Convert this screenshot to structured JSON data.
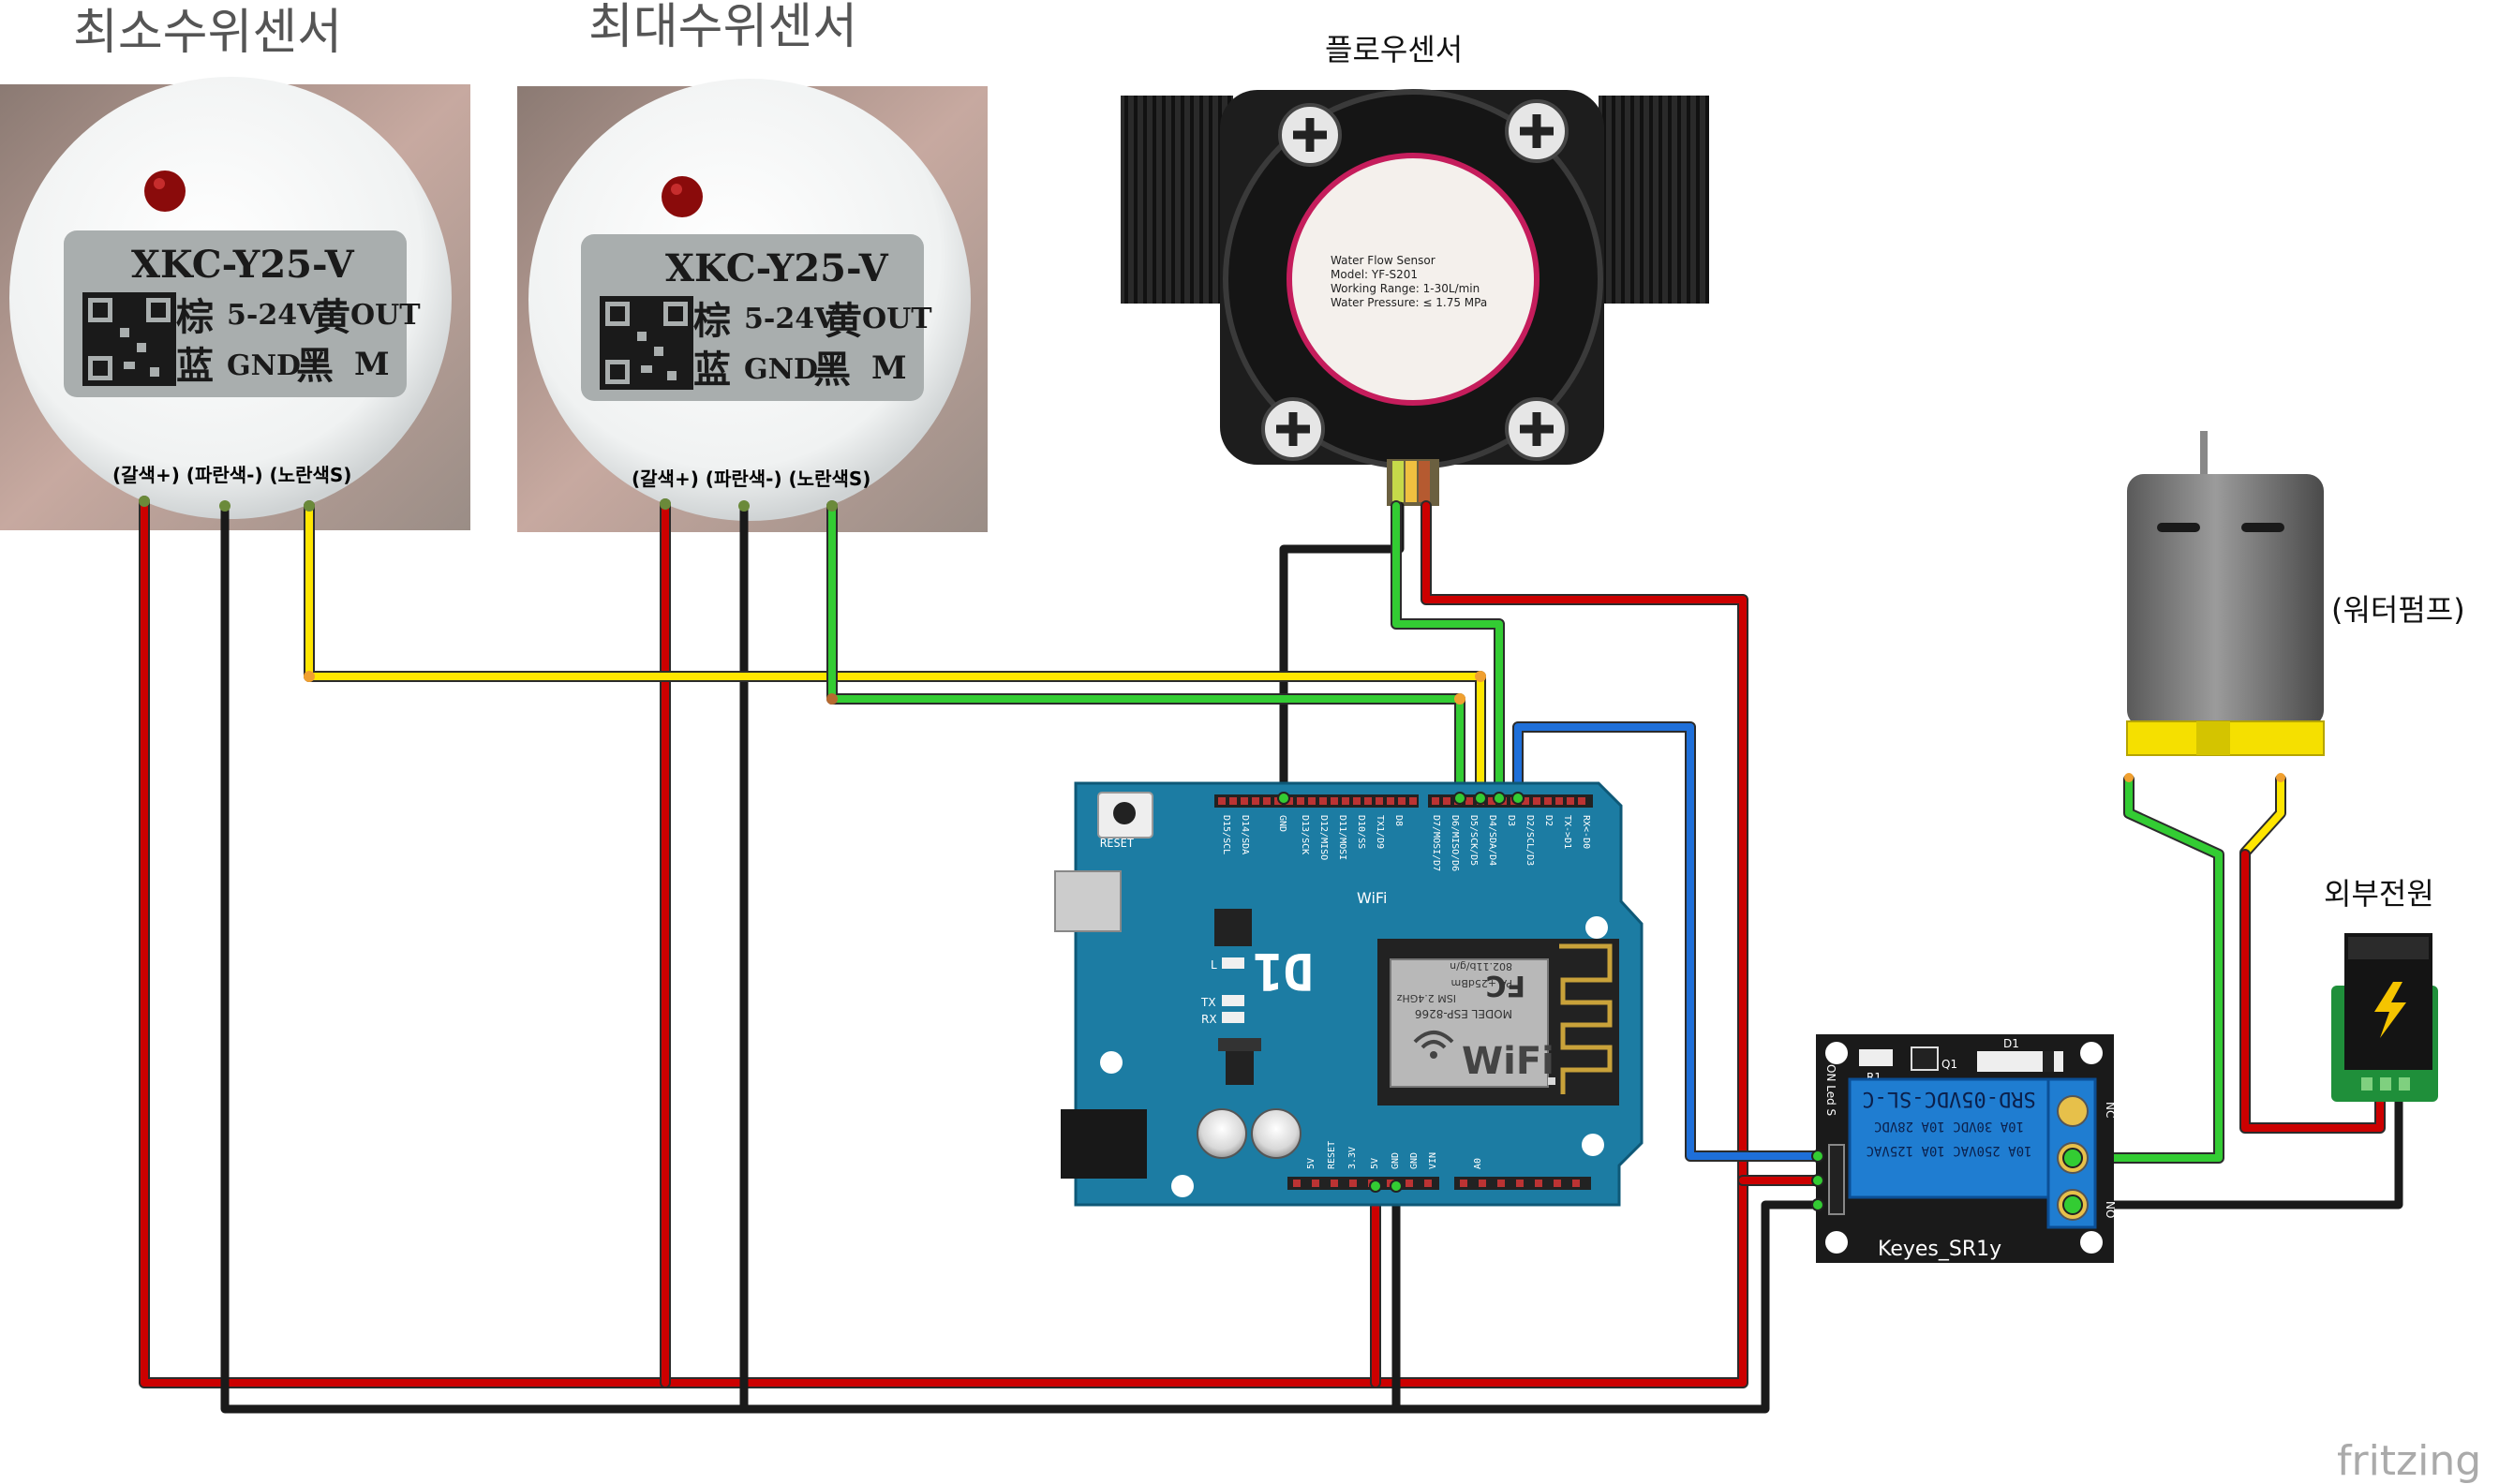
{
  "labels": {
    "min_sensor_title": "최소수위센서",
    "max_sensor_title": "최대수위센서",
    "flow_sensor_title": "플로우센서",
    "water_pump_label": "(워터펌프)",
    "external_power_label": "외부전원",
    "watermark": "fritzing"
  },
  "level_sensor": {
    "model": "XKC-Y25-V",
    "line1_cn": "棕",
    "line1_mid": "5-24V",
    "line1_cn2": "黄",
    "line1_end": "OUT",
    "line2_cn": "蓝",
    "line2_mid": "GND",
    "line2_cn2": "黑",
    "line2_end": "M",
    "pin_labels": "(갈색+) (파란색-) (노란색S)"
  },
  "flow_sensor": {
    "line1": "Water Flow Sensor",
    "line2": "Model: YF-S201",
    "line3": "Working Range: 1-30L/min",
    "line4": "Water Pressure: ≤ 1.75 MPa"
  },
  "board": {
    "name": "D1",
    "wifi": "WiFi",
    "reset": "RESET",
    "led_l": "L",
    "led_tx": "TX",
    "led_rx": "RX",
    "module_model": "MODEL ESP-8266",
    "module_ism": "ISM 2.4GHz",
    "module_pa": "PA +25dBm",
    "module_std": "802.11b/g/n",
    "module_wifi": "WiFi",
    "module_fc": "FC",
    "top_pins": [
      "D15/SCL",
      "D14/SDA",
      "",
      "GND",
      "D13/SCK",
      "D12/MISO",
      "D11/MOSI",
      "D10/SS",
      "TX1/D9",
      "D8",
      "",
      "D7/MOSI/D7",
      "D6/MISO/D6",
      "D5/SCK/D5",
      "D4/SDA/D4",
      "D3",
      "D2/SCL/D3",
      "D2",
      "TX->D1",
      "RX<-D0"
    ],
    "bottom_pins": [
      "5V",
      "RESET",
      "3.3V",
      "5V",
      "GND",
      "GND",
      "VIN",
      "",
      "A0"
    ]
  },
  "relay": {
    "name": "Keyes_SR1y",
    "coil_label": "SRD-05VDC-SL-C",
    "rating1": "10A 250VAC  10A 125VAC",
    "rating2": "10A 30VDC  10A 28VDC",
    "d1": "D1",
    "r1": "R1",
    "q1": "Q1",
    "side_label": "ON Led S",
    "nc": "NC",
    "no": "NO"
  },
  "colors": {
    "wire_red": "#cc0000",
    "wire_black": "#1a1a1a",
    "wire_yellow": "#ffe600",
    "wire_green": "#33cc33",
    "wire_blue": "#1e6fd9",
    "board_blue": "#1c7ca3",
    "relay_blue": "#1f7dd1",
    "pump_yellow": "#f5e000",
    "jack_green": "#1f8f3a"
  }
}
